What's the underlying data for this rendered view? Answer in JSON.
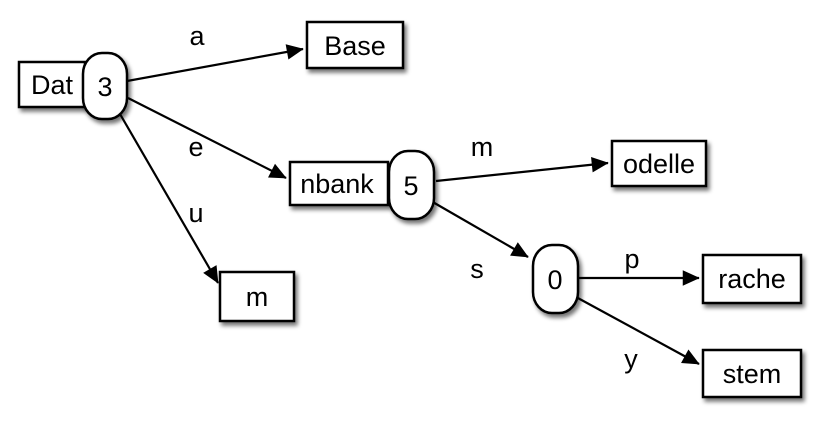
{
  "diagram": {
    "kind": "trie-diagram",
    "colors": {
      "background": "#ffffff",
      "node_fill": "#ffffff",
      "stroke": "#000000"
    },
    "nodes": {
      "dat": {
        "label": "Dat",
        "shape": "rect"
      },
      "n3": {
        "label": "3",
        "shape": "rounded"
      },
      "base": {
        "label": "Base",
        "shape": "rect"
      },
      "nbank": {
        "label": "nbank",
        "shape": "rect"
      },
      "n5": {
        "label": "5",
        "shape": "rounded"
      },
      "m": {
        "label": "m",
        "shape": "rect"
      },
      "odelle": {
        "label": "odelle",
        "shape": "rect"
      },
      "n0": {
        "label": "0",
        "shape": "rounded"
      },
      "rache": {
        "label": "rache",
        "shape": "rect"
      },
      "stem": {
        "label": "stem",
        "shape": "rect"
      }
    },
    "edges": [
      {
        "from": "n3",
        "to": "base",
        "label": "a"
      },
      {
        "from": "n3",
        "to": "nbank",
        "label": "e"
      },
      {
        "from": "n3",
        "to": "m",
        "label": "u"
      },
      {
        "from": "n5",
        "to": "odelle",
        "label": "m"
      },
      {
        "from": "n5",
        "to": "n0",
        "label": "s"
      },
      {
        "from": "n0",
        "to": "rache",
        "label": "p"
      },
      {
        "from": "n0",
        "to": "stem",
        "label": "y"
      }
    ]
  }
}
